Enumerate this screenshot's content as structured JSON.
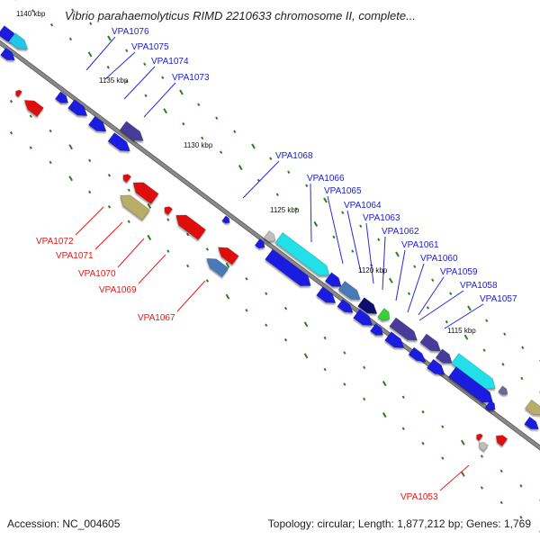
{
  "title": "Vibrio parahaemolyticus RIMD 2210633 chromosome II, complete...",
  "footer": {
    "accession": "Accession: NC_004605",
    "summary": "Topology: circular; Length: 1,877,212 bp; Genes: 1,769"
  },
  "colors": {
    "backbone": "#8a8a8a",
    "forward_label": "#1a1ad8",
    "reverse_label": "#e01818",
    "tick": "#2e7d1e"
  },
  "scale_labels": [
    "1140 kbp",
    "1135 kbp",
    "1130 kbp",
    "1125 kbp",
    "1120 kbp",
    "1115 kbp"
  ],
  "forward_genes": [
    "VPA1076",
    "VPA1075",
    "VPA1074",
    "VPA1073",
    "VPA1068",
    "VPA1066",
    "VPA1065",
    "VPA1064",
    "VPA1063",
    "VPA1062",
    "VPA1061",
    "VPA1060",
    "VPA1059",
    "VPA1058",
    "VPA1057"
  ],
  "reverse_genes": [
    "VPA1072",
    "VPA1071",
    "VPA1070",
    "VPA1069",
    "VPA1067",
    "VPA1053"
  ]
}
